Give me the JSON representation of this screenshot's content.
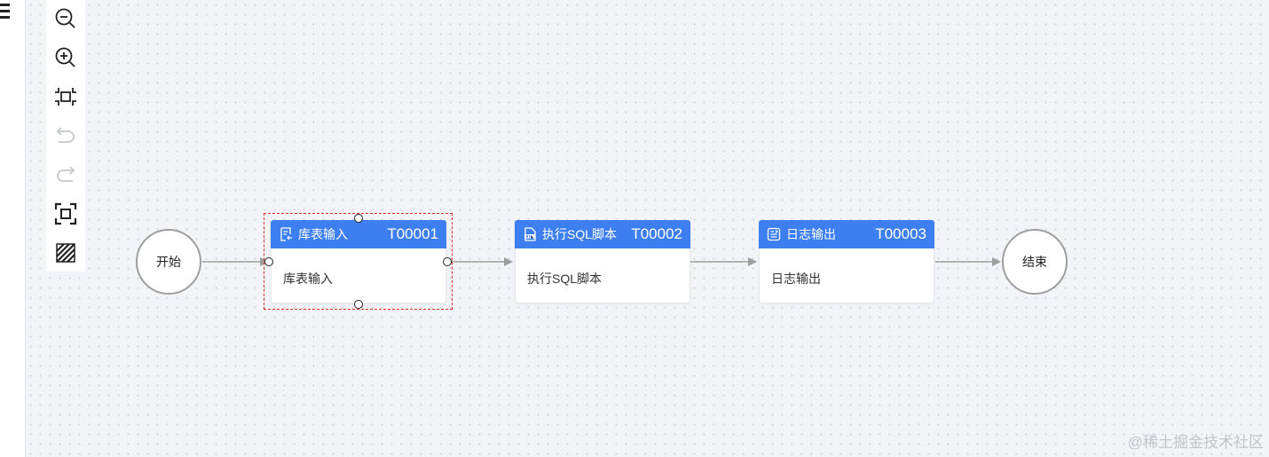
{
  "toolbar": {
    "items": [
      {
        "name": "zoom-out",
        "icon": "zoom-out-icon",
        "enabled": true
      },
      {
        "name": "zoom-in",
        "icon": "zoom-in-icon",
        "enabled": true
      },
      {
        "name": "fit-canvas",
        "icon": "fit-canvas-icon",
        "enabled": true
      },
      {
        "name": "undo",
        "icon": "undo-icon",
        "enabled": false
      },
      {
        "name": "redo",
        "icon": "redo-icon",
        "enabled": false
      },
      {
        "name": "selection-mode",
        "icon": "selection-frame-icon",
        "enabled": true
      },
      {
        "name": "grid-toggle",
        "icon": "hatch-icon",
        "enabled": true
      }
    ]
  },
  "flow": {
    "start_label": "开始",
    "end_label": "结束",
    "tasks": [
      {
        "title": "库表输入",
        "code": "T00001",
        "body": "库表输入",
        "icon": "table-input-icon",
        "selected": true
      },
      {
        "title": "执行SQL脚本",
        "code": "T00002",
        "body": "执行SQL脚本",
        "icon": "sql-file-icon",
        "selected": false
      },
      {
        "title": "日志输出",
        "code": "T00003",
        "body": "日志输出",
        "icon": "log-output-icon",
        "selected": false
      }
    ]
  },
  "colors": {
    "task_header": "#3d7ff0",
    "edge": "#9e9e9e",
    "selection": "#e02a2a",
    "disabled_icon": "#c6c8cc"
  },
  "watermark": "@稀土掘金技术社区"
}
